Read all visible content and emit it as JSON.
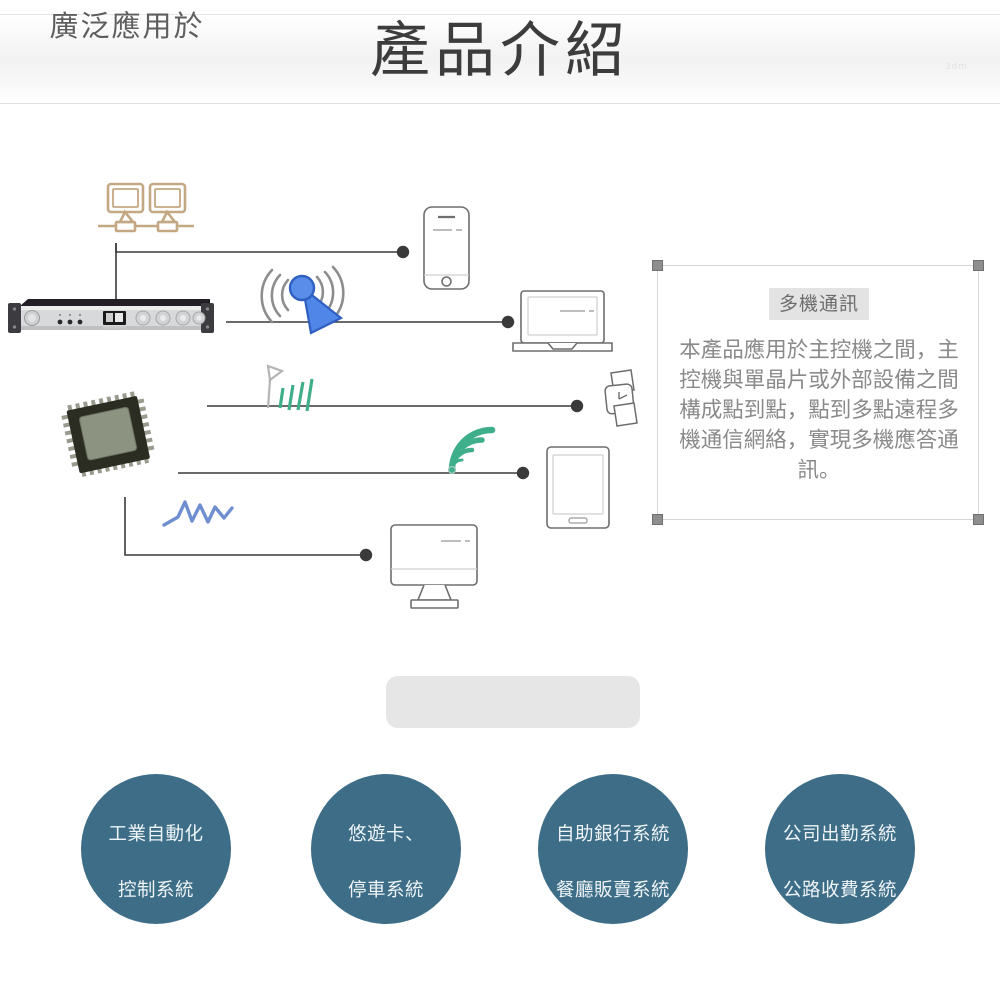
{
  "header": {
    "title": "產品介紹",
    "watermark": "3dm"
  },
  "info_panel": {
    "heading": "多機通訊",
    "body": "本產品應用於主控機之間，主控機與單晶片或外部設備之間構成點到點，點到多點遠程多機通信網絡，實現多機應答通訊。"
  },
  "section_label": {
    "text": "廣泛應用於"
  },
  "applications": [
    {
      "line1": "工業自動化",
      "line2": "控制系統"
    },
    {
      "line1": "悠遊卡、",
      "line2": "停車系統"
    },
    {
      "line1": "自助銀行系統",
      "line2": "餐廳販賣系統"
    },
    {
      "line1": "公司出勤系統",
      "line2": "公路收費系統"
    }
  ],
  "diagram": {
    "source_devices": [
      {
        "name": "networked-computers",
        "label": "networked-computers-icon"
      },
      {
        "name": "rack-unit",
        "label": "rack-mount-device"
      },
      {
        "name": "ic-chip",
        "label": "microcontroller-chip"
      }
    ],
    "signal_icons": [
      {
        "name": "broadcast-tower-icon",
        "color": "#4a7fd4"
      },
      {
        "name": "antenna-bars-icon",
        "color": "#4fb894"
      },
      {
        "name": "wifi-arc-icon",
        "color": "#3fae8b"
      },
      {
        "name": "waveform-icon",
        "color": "#6f8ed0"
      }
    ],
    "target_devices": [
      {
        "name": "smartphone-icon"
      },
      {
        "name": "laptop-icon"
      },
      {
        "name": "smartwatch-icon"
      },
      {
        "name": "tablet-icon"
      },
      {
        "name": "desktop-monitor-icon"
      }
    ]
  },
  "colors": {
    "title_text": "#3c3c3c",
    "circle_fill": "#3e6e87",
    "circle_text": "#eef4f7",
    "body_text": "#8a8a8a",
    "pill_bg": "#e6e6e6",
    "line": "#3a3a3a",
    "accent_blue": "#4a7fd4",
    "accent_green": "#3fae8b",
    "accent_tan": "#c4a883"
  }
}
